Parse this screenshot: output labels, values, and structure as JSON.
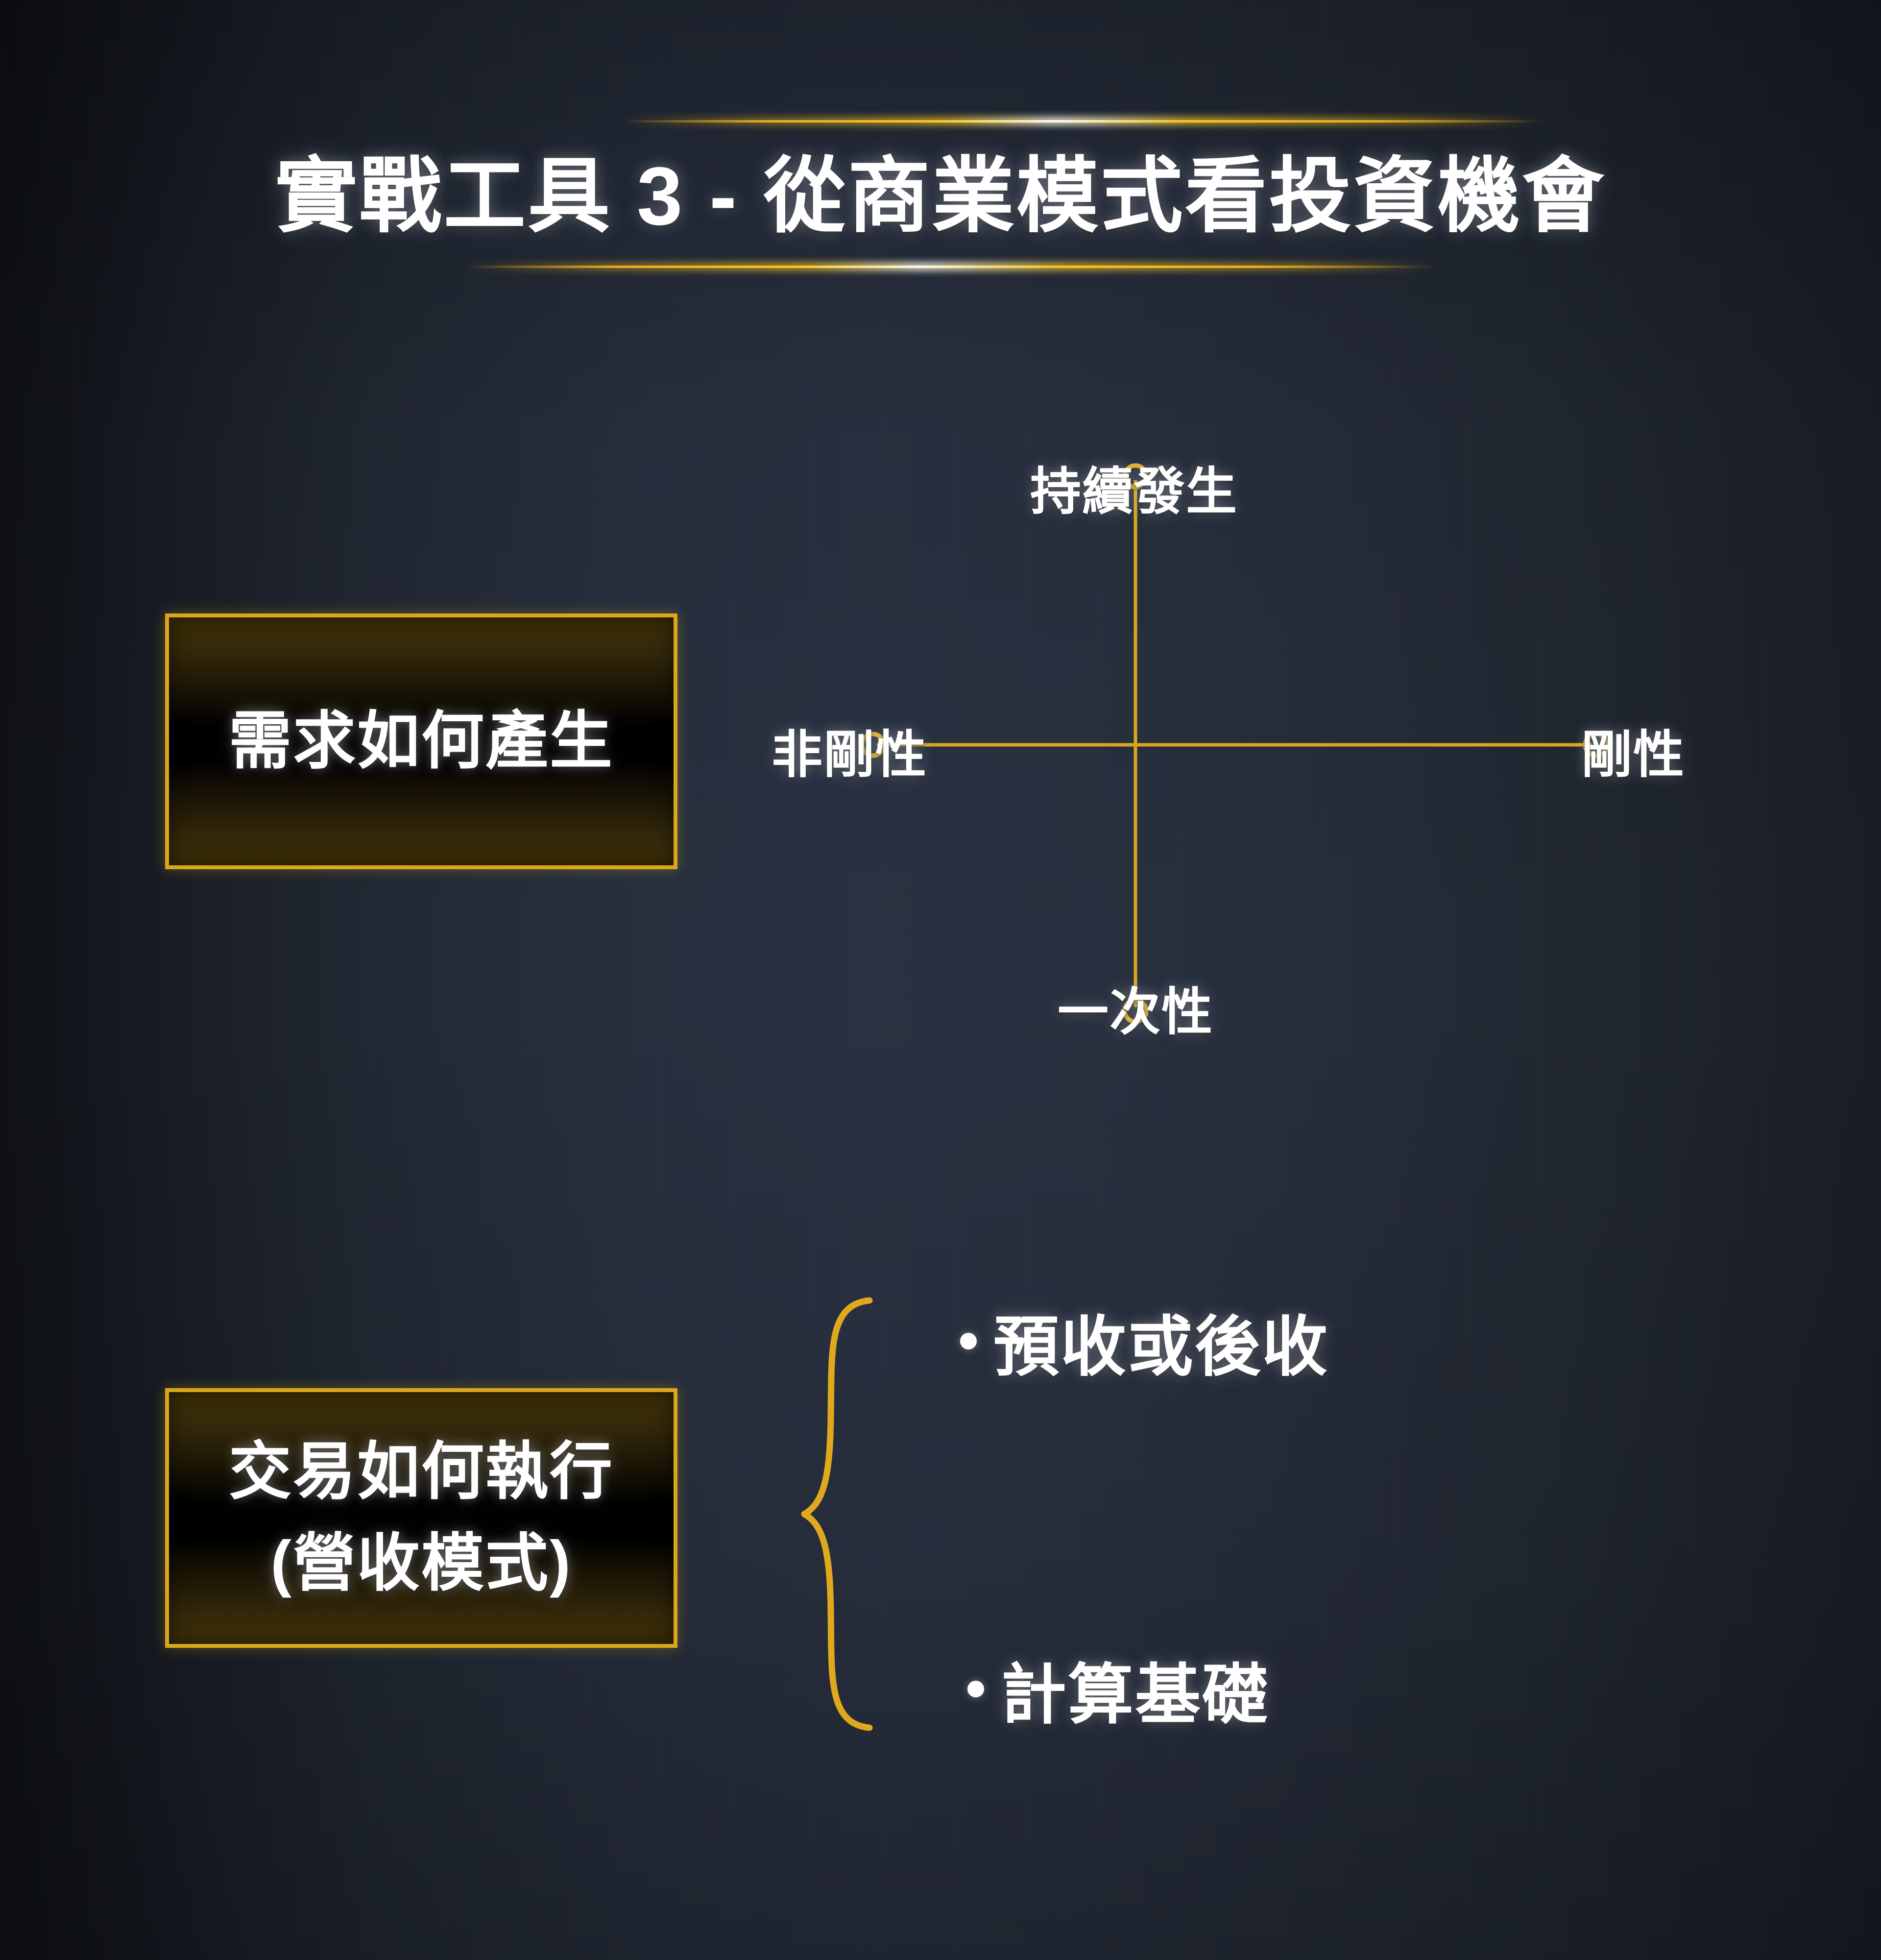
{
  "slide": {
    "title": "實戰工具 3 - 從商業模式看投資機會",
    "accent_color": "#d9a61c",
    "text_color": "#ffffff",
    "background_colors": [
      "#0f1115",
      "#2a3242",
      "#191d26"
    ]
  },
  "boxes": [
    {
      "id": "demand",
      "lines": [
        "需求如何產生"
      ],
      "border_color": "#d9a61c"
    },
    {
      "id": "revenue",
      "lines": [
        "交易如何執行",
        "(營收模式)"
      ],
      "border_color": "#d9a61c"
    }
  ],
  "axis_diagram": {
    "top_label": "持續發生",
    "bottom_label": "一次性",
    "left_label": "非剛性",
    "right_label": "剛性",
    "line_color": "#d9a61c",
    "marker_shape": "hollow-circle"
  },
  "revenue_items": [
    {
      "label": "預收或後收"
    },
    {
      "label": "計算基礎"
    }
  ],
  "brace": {
    "color": "#d9a61c",
    "orientation": "left-pointing"
  }
}
